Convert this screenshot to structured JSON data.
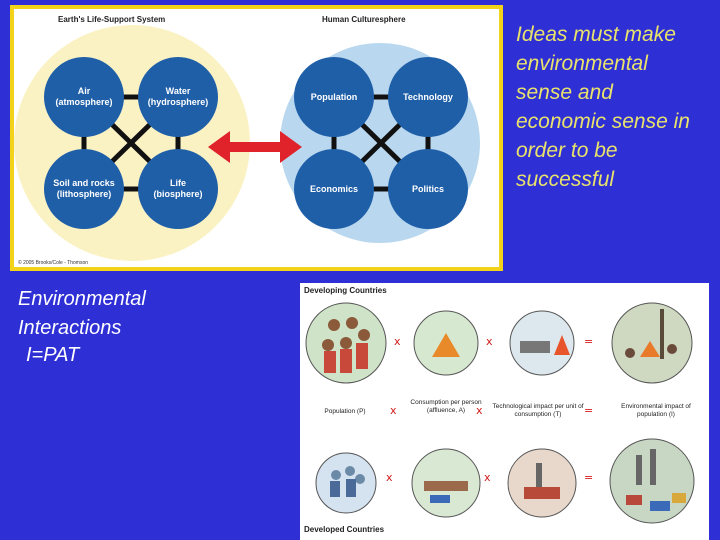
{
  "top_figure": {
    "life_support_title": "Earth's Life-Support System",
    "culture_title": "Human Culturesphere",
    "life_nodes": [
      {
        "line1": "Air",
        "line2": "(atmosphere)"
      },
      {
        "line1": "Water",
        "line2": "(hydrosphere)"
      },
      {
        "line1": "Soil and rocks",
        "line2": "(lithosphere)"
      },
      {
        "line1": "Life",
        "line2": "(biosphere)"
      }
    ],
    "culture_nodes": [
      "Population",
      "Technology",
      "Economics",
      "Politics"
    ],
    "copyright": "© 2005 Brooks/Cole - Thomson",
    "colors": {
      "frame": "#f3d21a",
      "left_bg": "#fbf2c4",
      "right_bg": "#b9d8ef",
      "node": "#1f5fa8",
      "arrow": "#e0222a"
    }
  },
  "side_text": {
    "ideas": "Ideas must make environmental sense and economic sense in order to be successful",
    "env_line1": "Environmental",
    "env_line2": "Interactions",
    "ipat": "I=PAT"
  },
  "bottom_figure": {
    "developing": "Developing Countries",
    "developed": "Developed Countries",
    "captions": {
      "population": "Population (P)",
      "consumption": "Consumption per person (affluence, A)",
      "technology": "Technological impact per unit of consumption (T)",
      "impact": "Environmental impact of population (I)"
    },
    "operators": {
      "times": "x",
      "equals": "="
    }
  }
}
